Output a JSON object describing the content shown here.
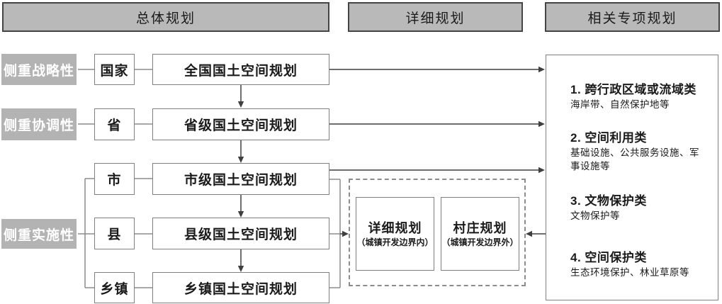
{
  "headers": {
    "overall": "总体规划",
    "detailed": "详细规划",
    "specialized": "相关专项规划"
  },
  "left_labels": {
    "strategic": "侧重战略性",
    "coordination": "侧重协调性",
    "implementation": "侧重实施性"
  },
  "levels": {
    "national": "国家",
    "province": "省",
    "city": "市",
    "county": "县",
    "township": "乡镇"
  },
  "plans": {
    "national": "全国国土空间规划",
    "province": "省级国土空间规划",
    "city": "市级国土空间规划",
    "county": "县级国土空间规划",
    "township": "乡镇国土空间规划"
  },
  "detailed_group": {
    "inside": {
      "title": "详细规划",
      "subtitle": "（城镇开发边界内）"
    },
    "outside": {
      "title": "村庄规划",
      "subtitle": "（城镇开发边界外）"
    }
  },
  "specialized_items": [
    {
      "title": "1. 跨行政区域或流域类",
      "desc": "海岸带、自然保护地等"
    },
    {
      "title": "2. 空间利用类",
      "desc": "基础设施、公共服务设施、军事设施等"
    },
    {
      "title": "3. 文物保护类",
      "desc": "文物保护等"
    },
    {
      "title": "4. 空间保护类",
      "desc": "生态环境保护、林业草原等"
    }
  ],
  "colors": {
    "bar_fill": "#b9b9b9",
    "bar_border": "#454545",
    "label_fill": "#b3b3b3",
    "label_text": "#ffffff",
    "box_border": "#808080",
    "arrow_dark": "#3f3f3f",
    "line_gray": "#8c8c8c"
  }
}
